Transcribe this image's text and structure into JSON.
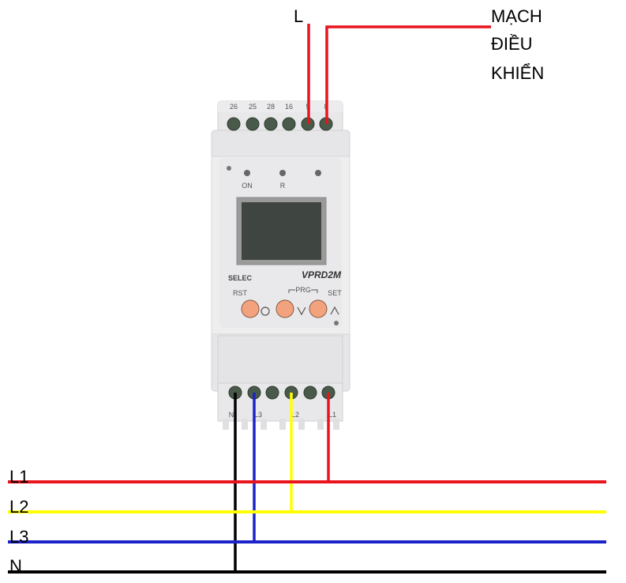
{
  "top_label_l": "L",
  "control_label": [
    "MẠCH",
    "ĐIỀU",
    "KHIỂN"
  ],
  "device": {
    "brand": "SELEC",
    "model": "VPRD2M",
    "top_terminals": [
      "26",
      "25",
      "28",
      "16",
      "5",
      "8"
    ],
    "indicator_labels": [
      "ON",
      "R"
    ],
    "button_labels": [
      "RST",
      "PRG",
      "SET"
    ],
    "bottom_terminals": [
      "N",
      "L3",
      "L2",
      "L1"
    ]
  },
  "buses": [
    {
      "name": "L1",
      "color": "#e8141e"
    },
    {
      "name": "L2",
      "color": "#ffff00"
    },
    {
      "name": "L3",
      "color": "#1c23c8"
    },
    {
      "name": "N",
      "color": "#000000"
    }
  ]
}
